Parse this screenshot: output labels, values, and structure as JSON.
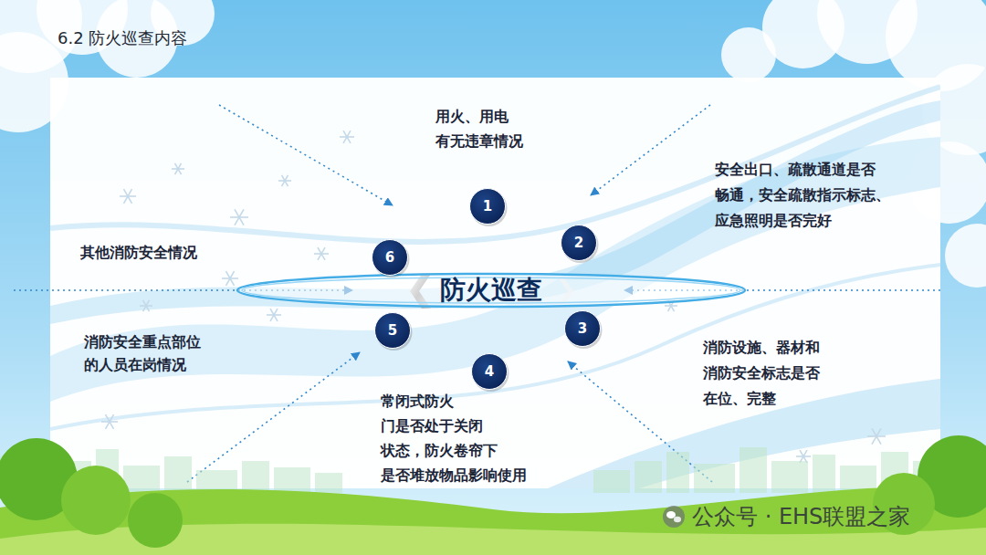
{
  "diagram": {
    "title": "6.2 防火巡查内容",
    "nodes": [
      {
        "text": [
          "防火巡查"
        ]
      },
      {
        "text": [
          "1"
        ]
      },
      {
        "text": [
          "2"
        ]
      },
      {
        "text": [
          "3"
        ]
      },
      {
        "text": [
          "4"
        ]
      },
      {
        "text": [
          "5"
        ]
      },
      {
        "text": [
          "6"
        ]
      }
    ],
    "labels": [
      "用火、用电 有无违章情况",
      "安全出口、疏散通道是否 畅通，安全疏散指示标志、 应急照明是否完好",
      "其他消防安全情况",
      "消防安全重点部位 的人员在岗情况",
      "消防设施、器材和 消防安全标志是否 在位、完整",
      "常闭式防火 门是否处于关闭 状态，防火卷帘下 是否堆放物品影响使用",
      "公众号 · EHS联盟之家"
    ]
  }
}
